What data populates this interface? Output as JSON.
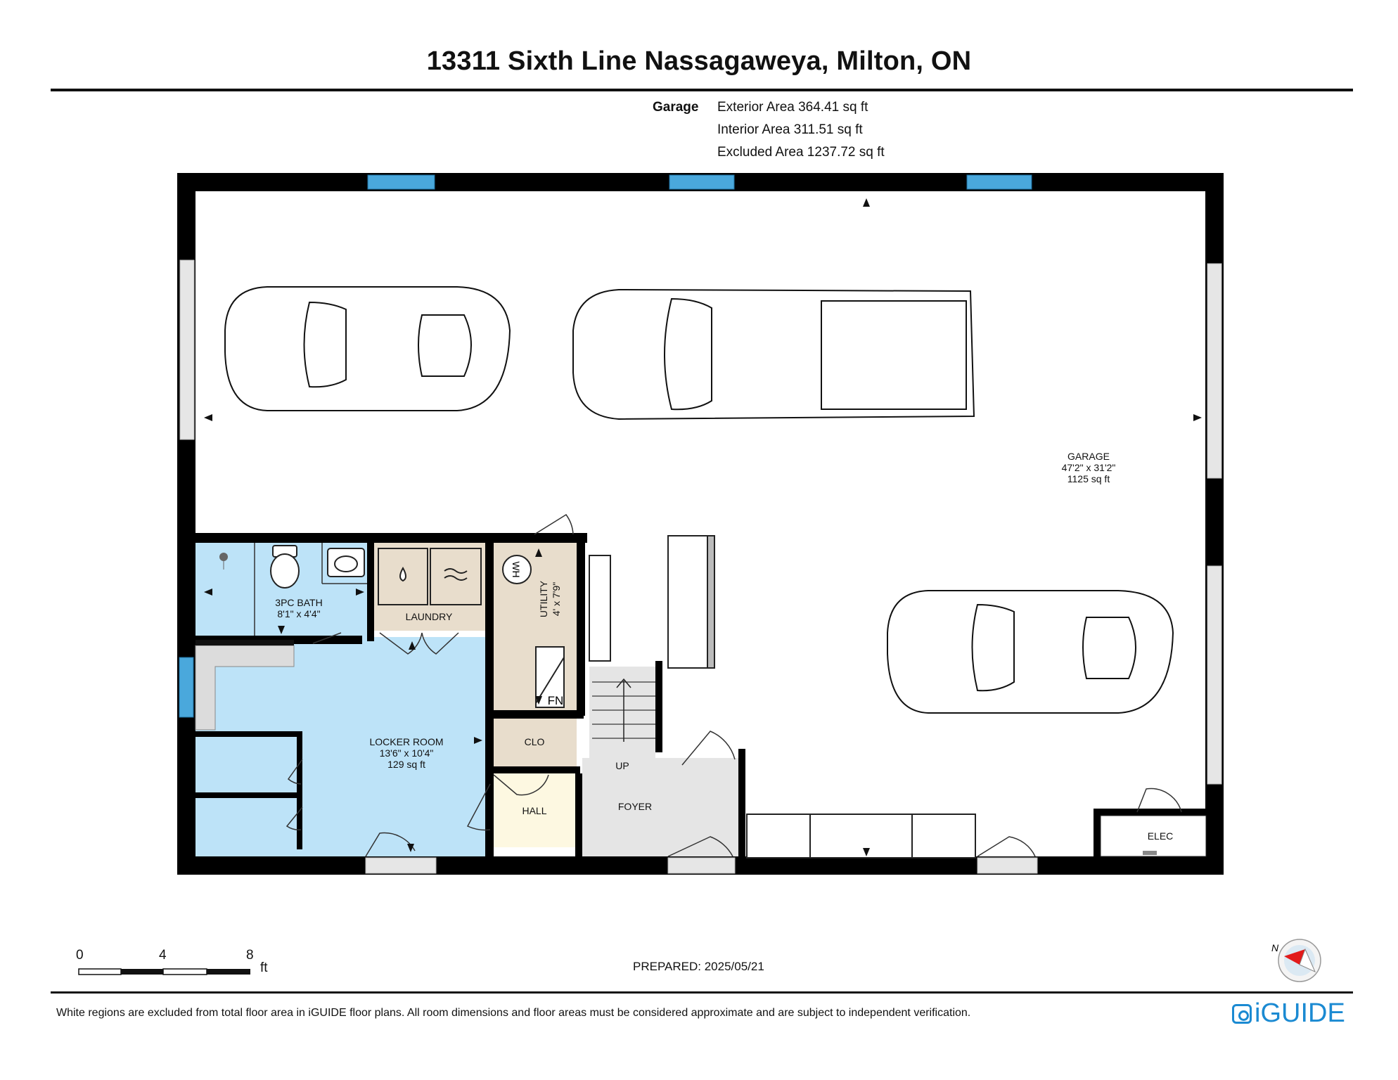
{
  "title": "13311 Sixth Line Nassagaweya, Milton, ON",
  "area_summary": {
    "floor_label": "Garage",
    "exterior": "Exterior Area 364.41 sq ft",
    "interior": "Interior Area 311.51 sq ft",
    "excluded": "Excluded Area 1237.72 sq ft"
  },
  "rooms": {
    "garage": {
      "name": "GARAGE",
      "dims": "47'2\" x 31'2\"",
      "area": "1125 sq ft"
    },
    "bath": {
      "name": "3PC BATH",
      "dims": "8'1\" x 4'4\""
    },
    "laundry": {
      "name": "LAUNDRY"
    },
    "utility": {
      "name": "UTILITY",
      "dims": "4' x 7'9\""
    },
    "locker": {
      "name": "LOCKER ROOM",
      "dims": "13'6\" x 10'4\"",
      "area": "129 sq ft"
    },
    "clo": {
      "name": "CLO"
    },
    "hall": {
      "name": "HALL"
    },
    "foyer": {
      "name": "FOYER"
    },
    "up": {
      "name": "UP"
    },
    "elec": {
      "name": "ELEC"
    },
    "wh": {
      "name": "WH"
    },
    "fn": {
      "name": "FN"
    }
  },
  "colors": {
    "wet_room": "#bde3f8",
    "laundry": "#e8ddcc",
    "hall": "#fdf8e1",
    "foyer": "#e5e5e5",
    "window": "#4aa8dc",
    "wall": "#000000"
  },
  "scale": {
    "ticks": [
      "0",
      "4",
      "8"
    ],
    "unit": "ft"
  },
  "compass": {
    "north_label": "N"
  },
  "prepared": "PREPARED: 2025/05/21",
  "disclaimer": "White regions are excluded from total floor area in iGUIDE floor plans. All room dimensions and floor areas must be considered approximate and are subject to independent verification.",
  "logo": {
    "text": "iGUIDE",
    "icon": "iguide-logo-icon"
  }
}
